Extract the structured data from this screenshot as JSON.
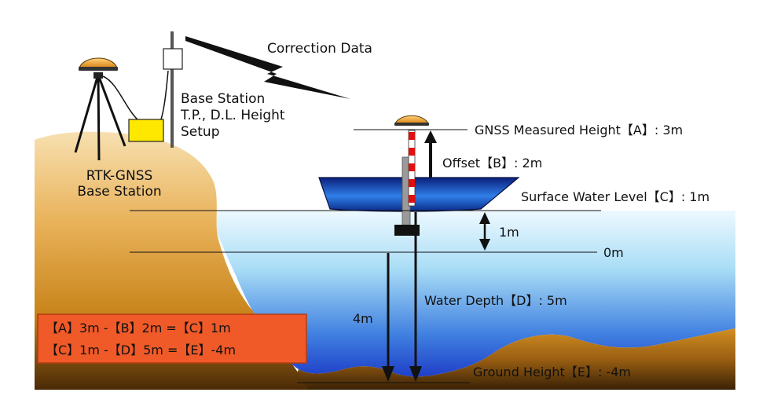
{
  "labels": {
    "correction": "Correction Data",
    "base_station_1": "Base Station",
    "base_station_2": "T.P., D.L. Height",
    "base_station_3": "Setup",
    "rtk_1": "RTK-GNSS",
    "rtk_2": "Base Station",
    "gnss_height": "GNSS Measured Height【A】: 3m",
    "offset": "Offset【B】: 2m",
    "surface": "Surface Water Level【C】: 1m",
    "one_m": "1m",
    "zero_m": "0m",
    "water_depth": "Water Depth【D】: 5m",
    "four_m": "4m",
    "ground_height": "Ground Height【E】: -4m"
  },
  "formula_box": {
    "line1": "【A】3m -【B】2m =【C】1m",
    "line2": "【C】1m -【D】5m =【E】-4m"
  },
  "colors": {
    "formula_bg": "#f05a28",
    "formula_border": "#c0392b",
    "boat_dark": "#0a1f7a",
    "boat_light": "#3a8ff0",
    "box_yellow": "#ffe800",
    "antenna": "#f0a030"
  }
}
